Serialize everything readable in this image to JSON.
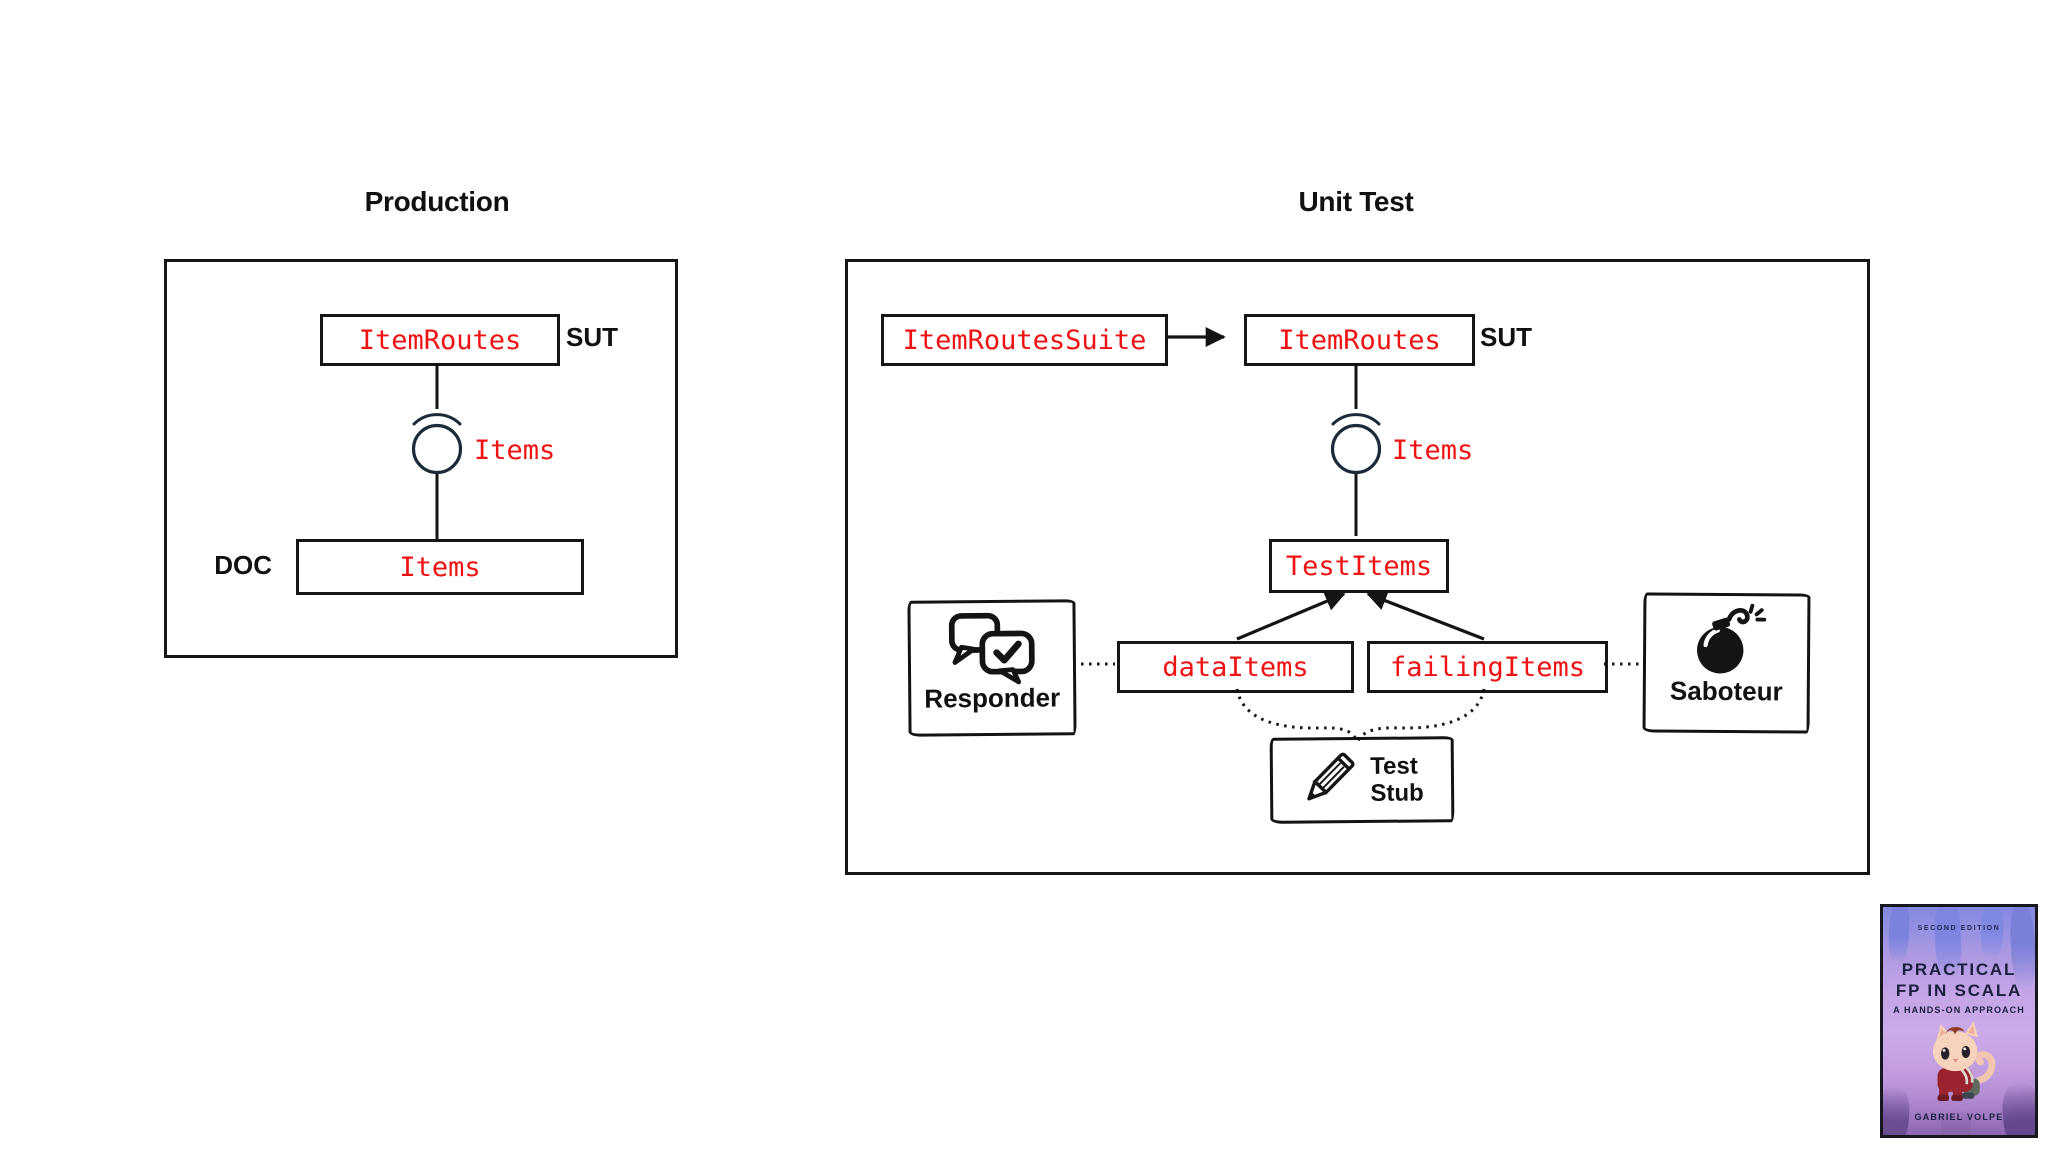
{
  "slide": {
    "background": "#ffffff",
    "accent_red": "#ee1212",
    "ink": "#141414",
    "connector_blue": "#1c2b3a"
  },
  "production": {
    "title": "Production",
    "sut_label": "SUT",
    "doc_label": "DOC",
    "item_routes_box": "ItemRoutes",
    "interface_label": "Items",
    "items_box": "Items"
  },
  "unit_test": {
    "title": "Unit Test",
    "sut_label": "SUT",
    "suite_box": "ItemRoutesSuite",
    "item_routes_box": "ItemRoutes",
    "interface_label": "Items",
    "test_items_box": "TestItems",
    "data_items_box": "dataItems",
    "failing_items_box": "failingItems",
    "responder_label": "Responder",
    "saboteur_label": "Saboteur",
    "test_stub_line1": "Test",
    "test_stub_line2": "Stub",
    "icons": {
      "responder": "speech-bubbles-check-icon",
      "saboteur": "bomb-icon",
      "test_stub": "pencil-icon"
    }
  },
  "book_cover": {
    "edition": "SECOND EDITION",
    "title_line1": "PRACTICAL",
    "title_line2": "FP IN SCALA",
    "subtitle": "A HANDS-ON APPROACH",
    "author": "GABRIEL VOLPE",
    "mascot": "cat-illustration"
  }
}
